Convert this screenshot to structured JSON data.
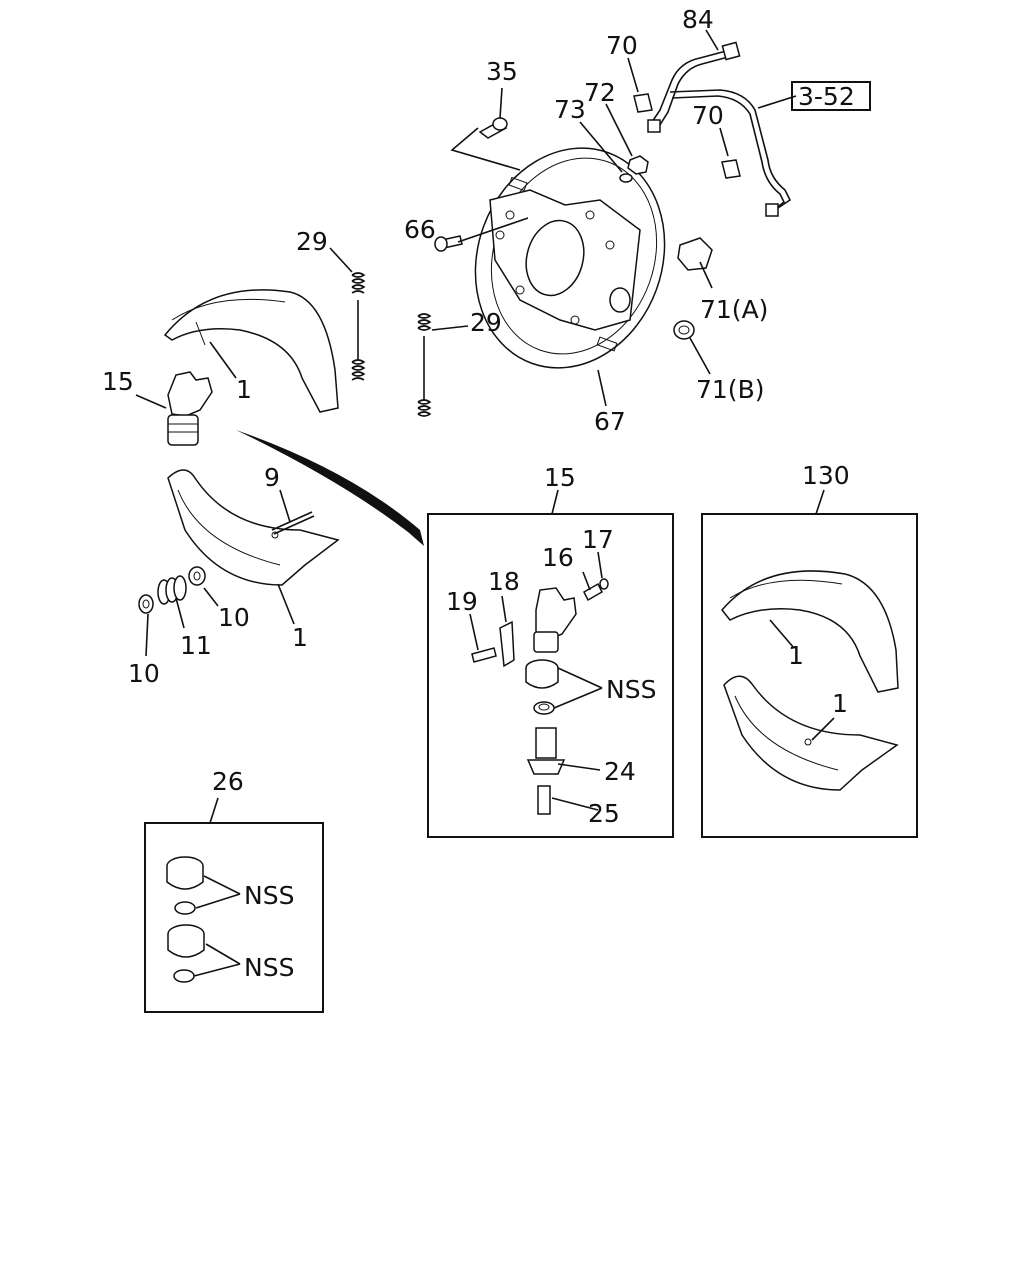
{
  "labels": {
    "p84": "84",
    "p70a": "70",
    "p3_52": "3-52",
    "p72": "72",
    "p73": "73",
    "p35": "35",
    "p70b": "70",
    "p66": "66",
    "p29a": "29",
    "p29b": "29",
    "p71a": "71(A)",
    "p71b": "71(B)",
    "p67": "67",
    "p15a": "15",
    "p1a": "1",
    "p9": "9",
    "p10a": "10",
    "p11": "11",
    "p10b": "10",
    "p1b": "1",
    "box15": "15",
    "box130": "130",
    "p16": "16",
    "p17": "17",
    "p18": "18",
    "p19": "19",
    "nss1": "NSS",
    "p24": "24",
    "p25": "25",
    "p1c": "1",
    "p1d": "1",
    "box26": "26",
    "nss2": "NSS",
    "nss3": "NSS"
  }
}
